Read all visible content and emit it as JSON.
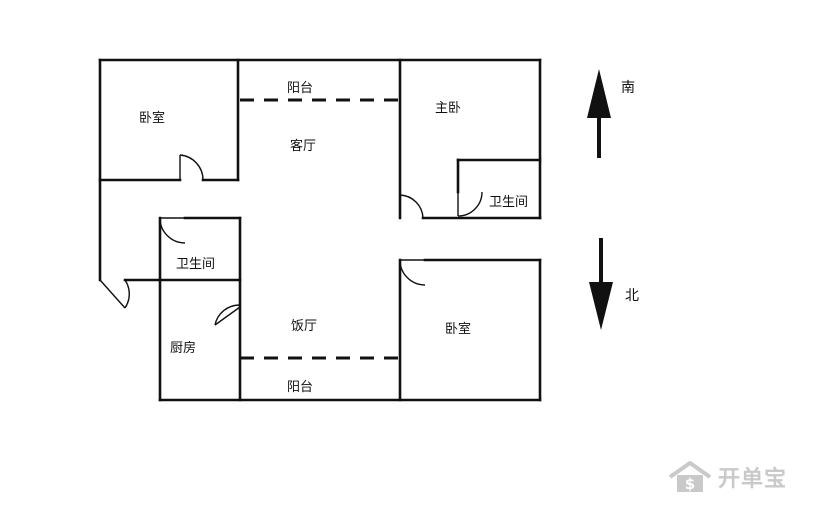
{
  "rooms": {
    "bedroom_nw": "卧室",
    "balcony_top": "阳台",
    "living_room": "客厅",
    "master_bedroom": "主卧",
    "bathroom_master": "卫生间",
    "bathroom_left": "卫生间",
    "kitchen": "厨房",
    "dining_room": "饭厅",
    "bedroom_se": "卧室",
    "balcony_bottom": "阳台"
  },
  "compass": {
    "south": "南",
    "north": "北"
  },
  "watermark": {
    "text": "开单宝",
    "icon": "house-dollar-icon"
  }
}
